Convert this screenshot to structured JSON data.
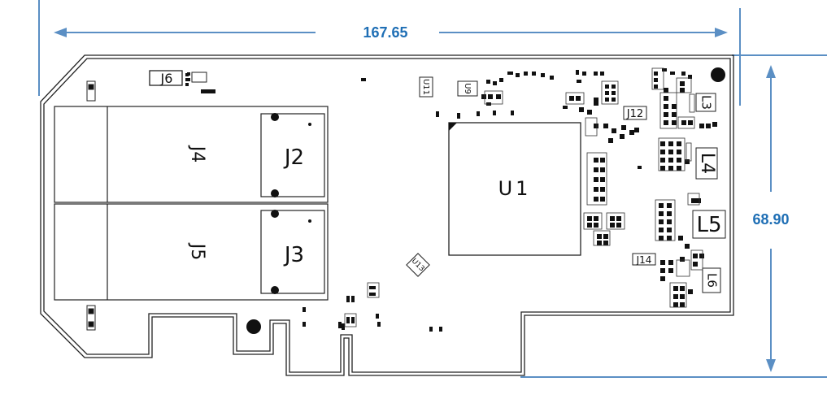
{
  "dimensions": {
    "width": "167.65",
    "height": "68.90",
    "color": "#1f6fb5"
  },
  "components": {
    "J2": "J2",
    "J3": "J3",
    "J4": "J4",
    "J5": "J5",
    "J6": "J6",
    "U1": "U1",
    "L3": "L3",
    "L4": "L4",
    "L5": "L5",
    "L6": "L6",
    "J12": "J12",
    "J14": "J14",
    "U11": "U11",
    "U9": "U9",
    "U13": "U13"
  },
  "colors": {
    "outline": "#222222",
    "dimension": "#1f6fb5",
    "pad": "#111111"
  }
}
